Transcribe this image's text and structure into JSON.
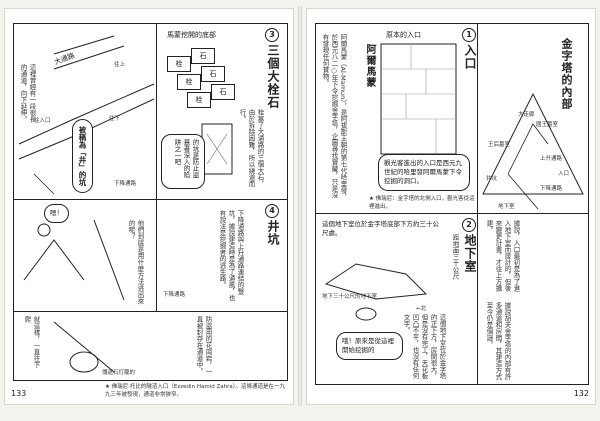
{
  "left_page": {
    "page_number": "133",
    "sections": {
      "three": {
        "number": "3",
        "title": "三個大栓石",
        "text": "栓塞了大通路的三個大石，由於拆除困難，所以繞道而行。",
        "map_labels": {
          "big_passage": "大通路",
          "stones_label": "馬蒙挖開的底部",
          "up": "往上",
          "down": "往下",
          "entrance_top": "往入口",
          "ramp": "下降通路"
        },
        "stones": [
          "栓",
          "石",
          "栓",
          "石",
          "栓",
          "石"
        ],
        "bubble_big": "被稱為「井」的坑",
        "bubble_desc": "的坑是防止盜墓者深入的陷阱之一吧",
        "side_note": "這裡曾經有一段很長的通道，向下延伸。"
      },
      "four": {
        "number": "4",
        "title": "井坑",
        "text": "下降通路與上升通路連結的豎坑，據說建造時是為了通風，也有說法是挖掘者的逃生路。",
        "note": "他們到底是用什麼方法逃出來的呢？",
        "labels": {
          "ramp": "下降通路",
          "pit": "井",
          "warn": "危險！"
        },
        "bubble_1": "嗯！",
        "bubble_2": "就這樣，一直往下爬",
        "bottom_label": "傳遞石灯籠的",
        "caption": "防盜用的花崗岩，一直被封存在通道中。"
      }
    },
    "footnote": "★ 佛瑞尼·托比的隧道入口（Ezzedin Hamid Zahra）。這條通道是在一九九三年被發現，通道非常狹窄。"
  },
  "right_page": {
    "page_number": "132",
    "sections": {
      "one": {
        "number": "1",
        "title": "入口",
        "subtitle": "阿爾馬蒙",
        "original_entrance": "原本的入口",
        "text": "阿爾馬蒙（Al-Mamun），是阿拔斯王朝的第七代哈里發，於西元八二○年下令挖掘金字塔，企圖尋找寶藏，只是沒有發現任何寶物。",
        "bubble": "觀光客進出的入口是西元九世紀的哈里發阿爾馬蒙下令挖掘的洞口。",
        "footnote": "★ 佛瑞尼：金字塔的北側入口，觀光客從這裡進出。"
      },
      "two": {
        "number": "2",
        "title": "地下室",
        "subtitle": "距地面三十公尺",
        "text": "這個地下室位於金字塔的正下方，房間很大，但是沒有完工，天花板凹凸不平，也沒有任何文字。",
        "labels": {
          "north": "←北",
          "marker": "邊坡",
          "depth": "地下三十公尺的地下室",
          "road": "通道"
        },
        "bubble": "哦！原來是從這裡開始挖掘的",
        "top_text": "這個地下室位於金字塔底部下方約三十公尺處。",
        "side_text": "據說，入口最初是為了進入地下室而設計的，但後來變更計畫，才往上方擴建。"
      },
      "inner": {
        "title": "金字塔的內部",
        "intro": "據說胡夫金字塔的內部有許多通道和房間，其建造方式至今仍是個謎。",
        "labels": {
          "queen": "王后墓室",
          "king": "國王墓室",
          "gallery": "大走廊",
          "ramp_up": "上升通路",
          "ramp_down": "下降通路",
          "entrance": "入口",
          "pit": "井坑",
          "underground": "地下室"
        }
      }
    }
  }
}
